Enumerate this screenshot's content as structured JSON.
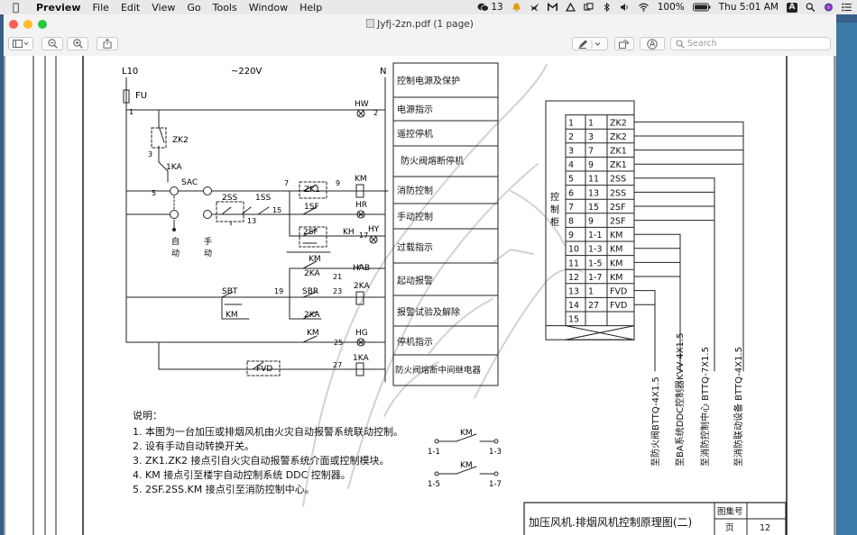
{
  "menubar": {
    "app_name": "Preview",
    "items": [
      "File",
      "Edit",
      "View",
      "Go",
      "Tools",
      "Window",
      "Help"
    ],
    "badge_count": "13",
    "battery": "100%",
    "clock": "Thu 5:01 AM"
  },
  "window": {
    "title": "Jyfj-2zn.pdf (1 page)",
    "search_placeholder": "Search"
  },
  "doc": {
    "top": {
      "L10": "L10",
      "N": "N",
      "voltage": "~220V",
      "FU": "FU",
      "one": "1",
      "HW": "HW",
      "two": "2",
      "ZK2": "ZK2",
      "three": "3",
      "KA1": "1KA",
      "five": "5",
      "SAC": "SAC",
      "zidong": "自\n动",
      "shoudong": "手\n动",
      "SS2": "2SS",
      "SS1": "1SS",
      "n13": "13",
      "n15": "15",
      "n7": "7",
      "ZK1": "ZK1",
      "n9": "9",
      "KM": "KM",
      "SF1": "1SF",
      "HR": "HR",
      "SF2": "2SF",
      "KH": "KH",
      "n17": "17",
      "HY": "HY",
      "KM2": "KM",
      "KA2": "2KA",
      "n21": "21",
      "HAB": "HAB",
      "SBT": "SBT",
      "n19": "19",
      "SBR": "SBR",
      "n23": "23",
      "KA3": "2KA",
      "KM3": "KM",
      "KA4": "2KA",
      "KM4": "KM",
      "n25": "25",
      "HG": "HG",
      "FVD": "FVD",
      "n27": "27",
      "KA5": "1KA"
    },
    "func_labels": [
      "控制电源及保护",
      "电源指示",
      "遥控停机",
      "防火阀熔断停机",
      "消防控制",
      "手动控制",
      "过载指示",
      "起动报警",
      "报警试验及解除",
      "停机指示",
      "防火阀熔断中间继电器"
    ],
    "terminal": {
      "label": "控\n制\n柜",
      "rows": [
        [
          "1",
          "1",
          "ZK2"
        ],
        [
          "2",
          "3",
          "ZK2"
        ],
        [
          "3",
          "7",
          "ZK1"
        ],
        [
          "4",
          "9",
          "ZK1"
        ],
        [
          "5",
          "11",
          "2SS"
        ],
        [
          "6",
          "13",
          "2SS"
        ],
        [
          "7",
          "15",
          "2SF"
        ],
        [
          "8",
          "9",
          "2SF"
        ],
        [
          "9",
          "1-1",
          "KM"
        ],
        [
          "10",
          "1-3",
          "KM"
        ],
        [
          "11",
          "1-5",
          "KM"
        ],
        [
          "12",
          "1-7",
          "KM"
        ],
        [
          "13",
          "1",
          "FVD"
        ],
        [
          "14",
          "27",
          "FVD"
        ],
        [
          "15",
          "",
          ""
        ]
      ],
      "cables": [
        "至防火阀BTTQ-4X1.5",
        "至BA系统DDC控制器KVV-4X1.5",
        "至消防控制中心 BTTQ-7X1.5",
        "至消防联动设备 BTTQ-4X1.5"
      ]
    },
    "notes": {
      "title": "说明：",
      "items": [
        "1. 本图为一台加压或排烟风机由火灾自动报警系统联动控制。",
        "2. 设有手动自动转换开关。",
        "3. ZK1.ZK2 接点引自火灾自动报警系统介面或控制模块。",
        "4. KM  接点引至楼宇自动控制系统 DDC 控制器。",
        "5. 2SF.2SS.KM  接点引至消防控制中心。"
      ]
    },
    "contacts": {
      "km1": "KM",
      "a1": "1-1",
      "a3": "1-3",
      "km2": "KM",
      "a5": "1-5",
      "a7": "1-7"
    },
    "titleblock": {
      "name": "加压风机.排烟风机控制原理图(二)",
      "atlas": "图集号",
      "page": "页",
      "page_no": "12"
    }
  }
}
